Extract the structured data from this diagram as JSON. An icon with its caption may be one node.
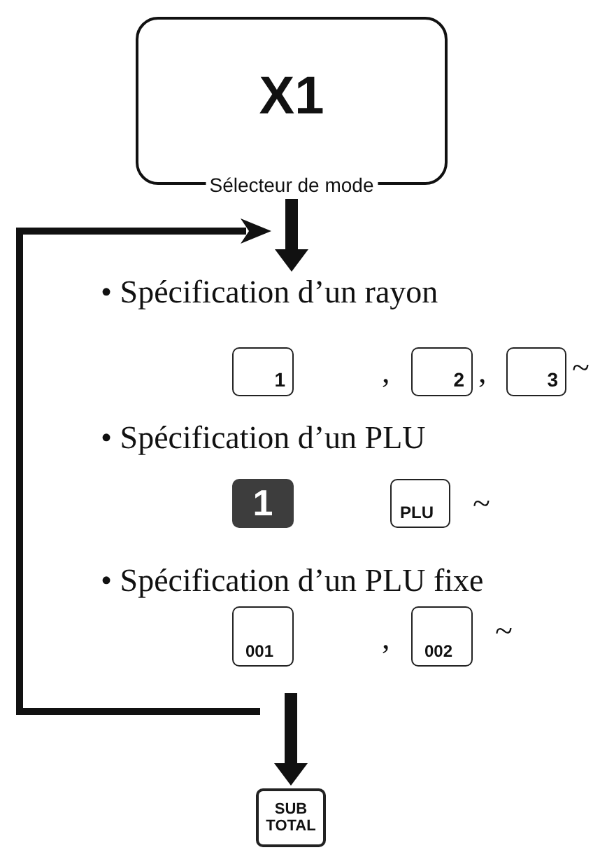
{
  "diagram": {
    "nodes": [
      {
        "text": [
          "X1",
          "Sélecteur de mode"
        ]
      },
      {
        "text": [
          "• Spécification d’un rayon"
        ]
      },
      {
        "text": [
          "1"
        ]
      },
      {
        "text": [
          "2"
        ]
      },
      {
        "text": [
          "3"
        ]
      },
      {
        "text": [
          "1"
        ]
      },
      {
        "text": [
          "PLU"
        ]
      },
      {
        "text": [
          "001"
        ]
      },
      {
        "text": [
          "002"
        ]
      },
      {
        "text": [
          "SUB TOTAL"
        ]
      }
    ],
    "edges": [
      {
        "from": 0,
        "to": 1,
        "arrow": "to"
      },
      {
        "from": null,
        "to": 9,
        "arrow": "to"
      }
    ],
    "labels": [
      ",",
      ",",
      "~",
      "• Spécification d’un PLU",
      "~",
      "• Spécification d’un PLU fixe",
      ",",
      "~"
    ]
  }
}
